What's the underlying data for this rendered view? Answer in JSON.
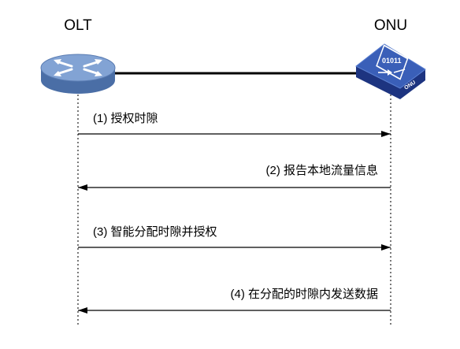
{
  "nodes": {
    "olt": {
      "label": "OLT"
    },
    "onu": {
      "label": "ONU",
      "device_text": "01011",
      "device_badge": "ONU"
    }
  },
  "messages": [
    {
      "label": "(1) 授权时隙",
      "direction": "olt-to-onu"
    },
    {
      "label": "(2) 报告本地流量信息",
      "direction": "onu-to-olt"
    },
    {
      "label": "(3) 智能分配时隙并授权",
      "direction": "olt-to-onu"
    },
    {
      "label": "(4) 在分配的时隙内发送数据",
      "direction": "onu-to-olt"
    }
  ],
  "colors": {
    "olt_body": "#5b7fb5",
    "olt_top": "#7ea0d2",
    "onu_body": "#27459a",
    "onu_top": "#3a5fb8",
    "line": "#000000"
  }
}
